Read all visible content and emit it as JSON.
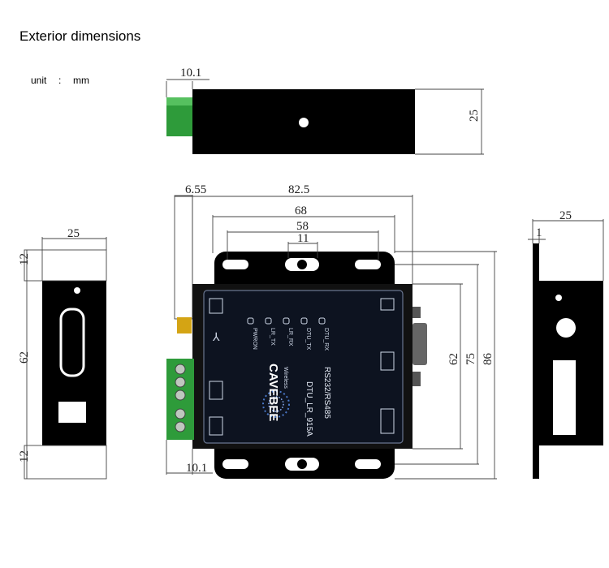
{
  "title": "Exterior dimensions",
  "unit_label": "unit",
  "unit_sep": ":",
  "unit_value": "mm",
  "top_view": {
    "connector_width": "10.1",
    "height": "25"
  },
  "front_view": {
    "antenna_offset": "6.55",
    "overall_width": "82.5",
    "mount_span": "68",
    "inner_span": "58",
    "center_slot": "11",
    "height_inner": "62",
    "height_mid": "75",
    "height_total": "86",
    "bottom_connector": "10.1"
  },
  "left_view": {
    "width": "25",
    "top_margin": "12",
    "body_height": "62",
    "bottom_margin": "12"
  },
  "right_view": {
    "width": "25",
    "thickness": "1"
  },
  "panel": {
    "logo": "CAVEBEE",
    "logo_sub": "Wireless",
    "model": "DTU_LR_915A",
    "interface": "RS232/RS485",
    "leds": [
      "PWRON",
      "LR_TX",
      "LR_RX",
      "DTU_TX",
      "DTU_RX"
    ]
  }
}
